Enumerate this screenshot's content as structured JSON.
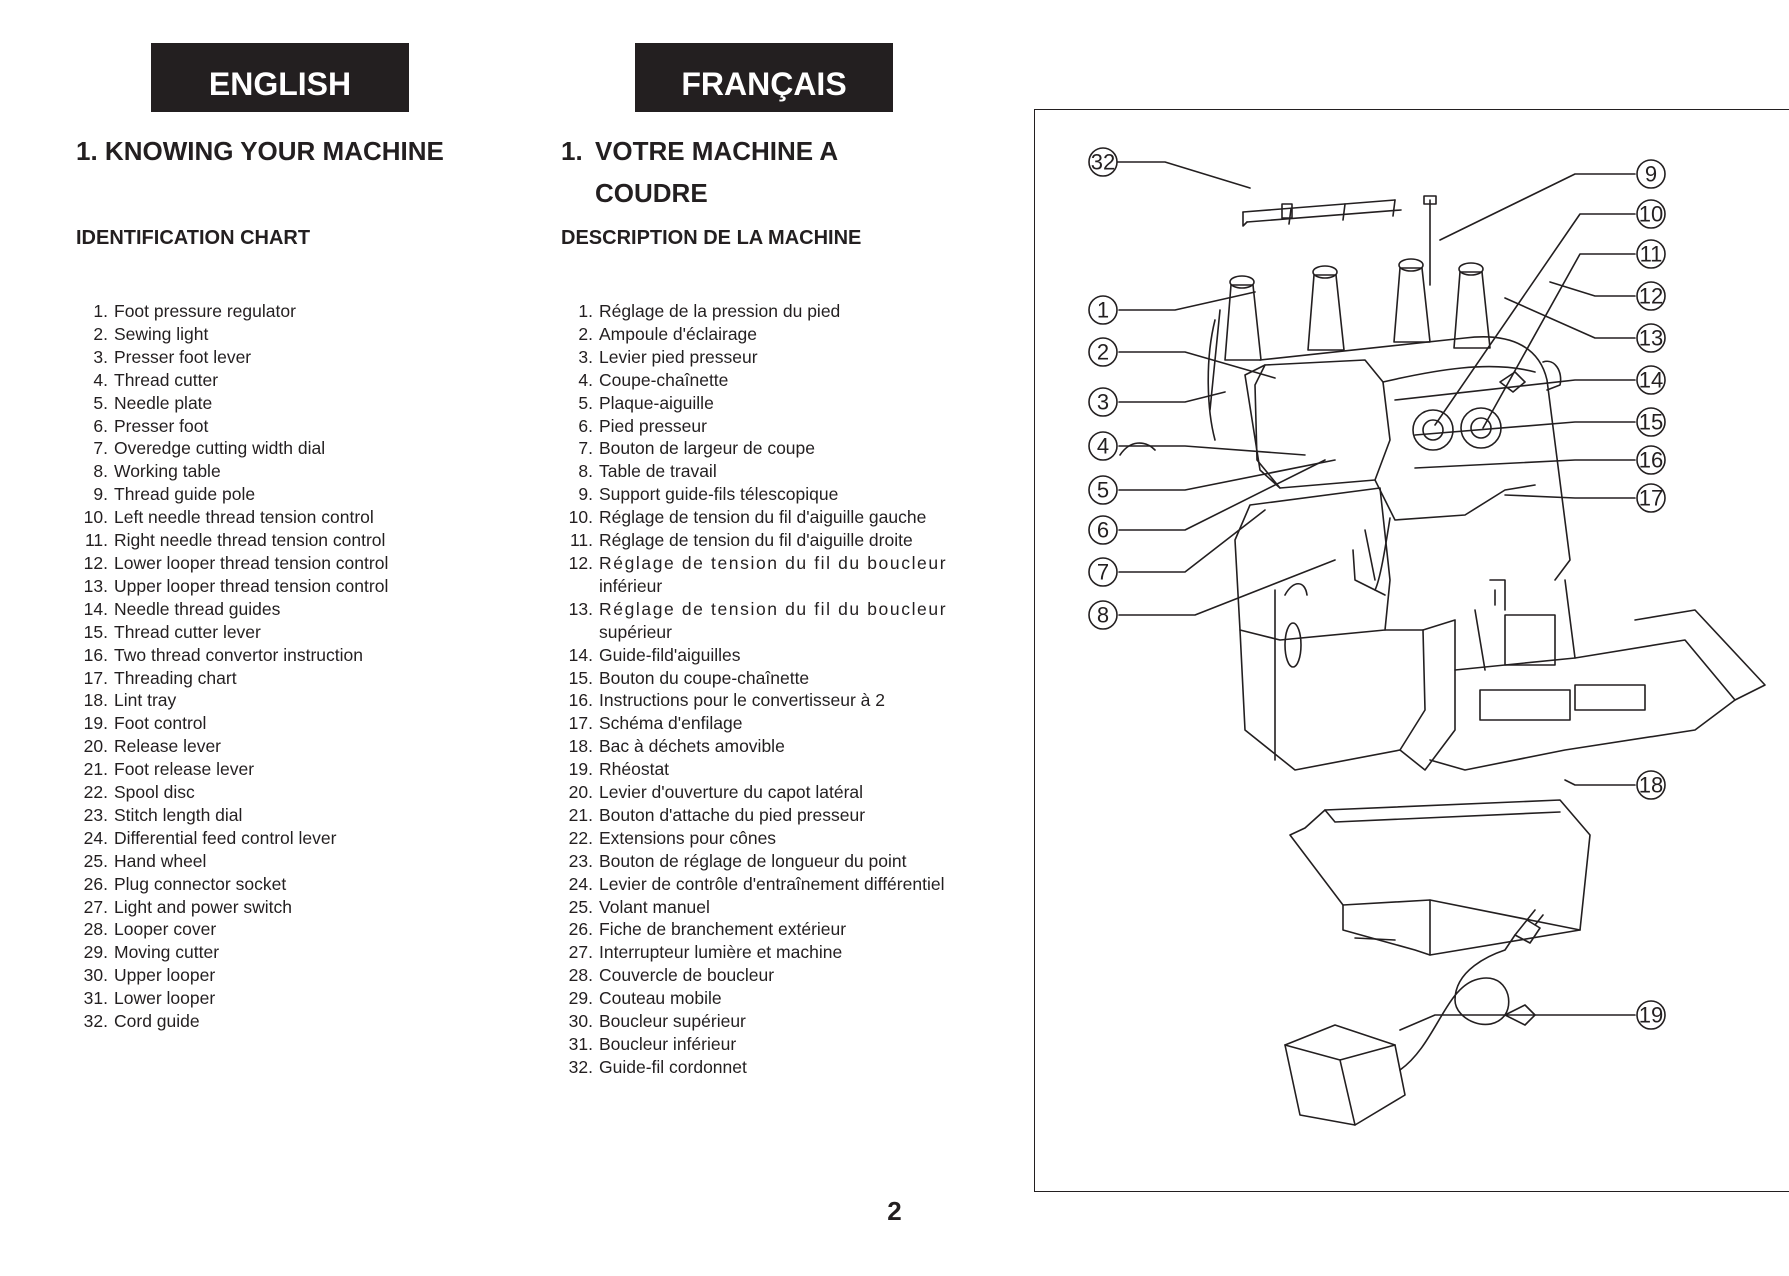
{
  "english": {
    "tab": "ENGLISH",
    "title_num": "1.",
    "title": "KNOWING YOUR MACHINE",
    "subtitle": "IDENTIFICATION CHART",
    "parts": [
      {
        "n": "1.",
        "t": "Foot pressure regulator"
      },
      {
        "n": "2.",
        "t": "Sewing light"
      },
      {
        "n": "3.",
        "t": "Presser foot lever"
      },
      {
        "n": "4.",
        "t": "Thread cutter"
      },
      {
        "n": "5.",
        "t": "Needle plate"
      },
      {
        "n": "6.",
        "t": "Presser foot"
      },
      {
        "n": "7.",
        "t": "Overedge cutting width dial"
      },
      {
        "n": "8.",
        "t": "Working table"
      },
      {
        "n": "9.",
        "t": "Thread guide pole"
      },
      {
        "n": "10.",
        "t": "Left needle thread tension control"
      },
      {
        "n": "11.",
        "t": "Right needle thread tension control"
      },
      {
        "n": "12.",
        "t": "Lower looper thread tension control"
      },
      {
        "n": "13.",
        "t": "Upper looper thread tension control"
      },
      {
        "n": "14.",
        "t": "Needle thread guides"
      },
      {
        "n": "15.",
        "t": "Thread cutter lever"
      },
      {
        "n": "16.",
        "t": "Two thread convertor instruction"
      },
      {
        "n": "17.",
        "t": "Threading chart"
      },
      {
        "n": "18.",
        "t": "Lint tray"
      },
      {
        "n": "19.",
        "t": "Foot control"
      },
      {
        "n": "20.",
        "t": "Release lever"
      },
      {
        "n": "21.",
        "t": "Foot release lever"
      },
      {
        "n": "22.",
        "t": "Spool disc"
      },
      {
        "n": "23.",
        "t": "Stitch length dial"
      },
      {
        "n": "24.",
        "t": "Differential feed control lever"
      },
      {
        "n": "25.",
        "t": "Hand wheel"
      },
      {
        "n": "26.",
        "t": "Plug connector socket"
      },
      {
        "n": "27.",
        "t": "Light and power switch"
      },
      {
        "n": "28.",
        "t": "Looper cover"
      },
      {
        "n": "29.",
        "t": "Moving cutter"
      },
      {
        "n": "30.",
        "t": "Upper looper"
      },
      {
        "n": "31.",
        "t": "Lower looper"
      },
      {
        "n": "32.",
        "t": "Cord guide"
      }
    ]
  },
  "french": {
    "tab": "FRANÇAIS",
    "title_num": "1.",
    "title_line1": "VOTRE MACHINE A",
    "title_line2": "COUDRE",
    "subtitle": "DESCRIPTION DE LA MACHINE",
    "parts": [
      {
        "n": "1.",
        "t": "Réglage de la pression du pied"
      },
      {
        "n": "2.",
        "t": "Ampoule d'éclairage"
      },
      {
        "n": "3.",
        "t": "Levier pied presseur"
      },
      {
        "n": "4.",
        "t": "Coupe-chaînette"
      },
      {
        "n": "5.",
        "t": "Plaque-aiguille"
      },
      {
        "n": "6.",
        "t": "Pied presseur"
      },
      {
        "n": "7.",
        "t": "Bouton de largeur de coupe"
      },
      {
        "n": "8.",
        "t": "Table de travail"
      },
      {
        "n": "9.",
        "t": "Support guide-fils télescopique"
      },
      {
        "n": "10.",
        "t": "Réglage de tension du fil d'aiguille gauche"
      },
      {
        "n": "11.",
        "t": "Réglage de tension du fil d'aiguille droite"
      },
      {
        "n": "12.",
        "t": "Réglage de tension du fil du boucleur",
        "spaced": true
      },
      {
        "n": "",
        "t": "inférieur"
      },
      {
        "n": "13.",
        "t": "Réglage de tension du fil du boucleur",
        "spaced": true
      },
      {
        "n": "",
        "t": "supérieur"
      },
      {
        "n": "14.",
        "t": "Guide-fild'aiguilles"
      },
      {
        "n": "15.",
        "t": "Bouton du coupe-chaînette"
      },
      {
        "n": "16.",
        "t": "Instructions pour le convertisseur à 2"
      },
      {
        "n": "17.",
        "t": "Schéma d'enfilage"
      },
      {
        "n": "18.",
        "t": "Bac à déchets amovible"
      },
      {
        "n": "19.",
        "t": "Rhéostat"
      },
      {
        "n": "20.",
        "t": "Levier d'ouverture du capot latéral"
      },
      {
        "n": "21.",
        "t": "Bouton d'attache du pied presseur"
      },
      {
        "n": "22.",
        "t": "Extensions pour cônes"
      },
      {
        "n": "23.",
        "t": "Bouton de réglage de longueur du point"
      },
      {
        "n": "24.",
        "t": "Levier de contrôle d'entraînement différentiel"
      },
      {
        "n": "25.",
        "t": "Volant manuel"
      },
      {
        "n": "26.",
        "t": "Fiche de branchement extérieur"
      },
      {
        "n": "27.",
        "t": "Interrupteur lumière et machine"
      },
      {
        "n": "28.",
        "t": "Couvercle de boucleur"
      },
      {
        "n": "29.",
        "t": "Couteau mobile"
      },
      {
        "n": "30.",
        "t": "Boucleur supérieur"
      },
      {
        "n": "31.",
        "t": "Boucleur inférieur"
      },
      {
        "n": "32.",
        "t": "Guide-fil cordonnet"
      }
    ]
  },
  "figure": {
    "callouts_left": [
      "32",
      "1",
      "2",
      "3",
      "4",
      "5",
      "6",
      "7",
      "8"
    ],
    "callouts_right": [
      "9",
      "10",
      "11",
      "12",
      "13",
      "14",
      "15",
      "16",
      "17",
      "18",
      "19"
    ]
  },
  "page_number": "2"
}
